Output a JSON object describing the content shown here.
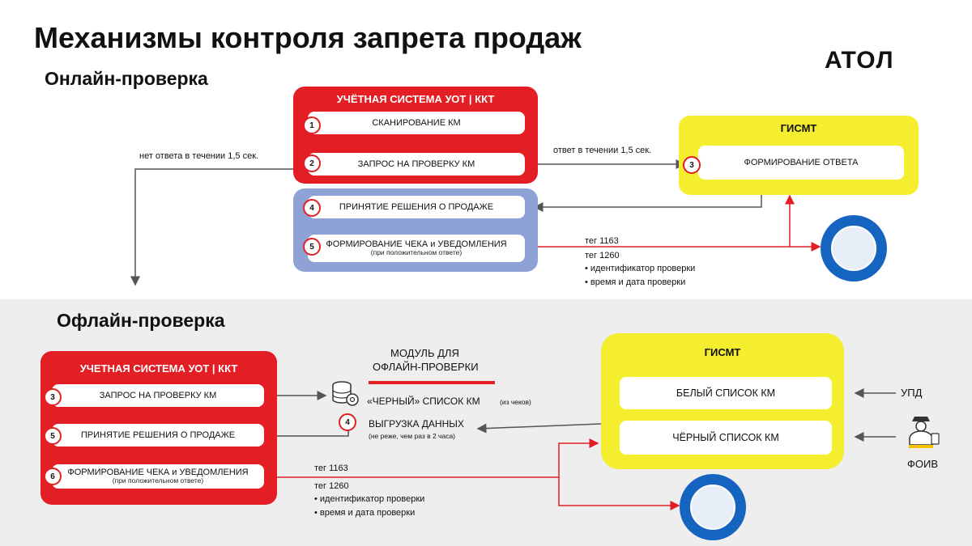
{
  "title": "Механизмы контроля запрета продаж",
  "logo": "ATOЛ",
  "online": {
    "heading": "Онлайн-проверка",
    "system_title": "УЧЁТНАЯ СИСТЕМА УОТ | ККТ",
    "steps": [
      {
        "num": "1",
        "label": "СКАНИРОВАНИЕ КМ"
      },
      {
        "num": "2",
        "label": "ЗАПРОС НА ПРОВЕРКУ КМ"
      },
      {
        "num": "4",
        "label": "ПРИНЯТИЕ РЕШЕНИЯ О ПРОДАЖЕ"
      },
      {
        "num": "5",
        "label": "ФОРМИРОВАНИЕ ЧЕКА и УВЕДОМЛЕНИЯ",
        "sub": "(при положительном ответе)"
      }
    ],
    "gismt_title": "ГИСМТ",
    "gismt_step": {
      "num": "3",
      "label": "ФОРМИРОВАНИЕ ОТВЕТА"
    },
    "no_answer": "нет ответа в течении 1,5 сек.",
    "answer": "ответ в течении 1,5 сек.",
    "tag1": "тег 1163",
    "tag2": "тег 1260",
    "bullet1": "•   идентификатор проверки",
    "bullet2": "•   время и дата проверки"
  },
  "offline": {
    "heading": "Офлайн-проверка",
    "system_title": "УЧЕТНАЯ СИСТЕМА УОТ | ККТ",
    "steps": [
      {
        "num": "3",
        "label": "ЗАПРОС НА ПРОВЕРКУ КМ"
      },
      {
        "num": "5",
        "label": "ПРИНЯТИЕ РЕШЕНИЯ О ПРОДАЖЕ"
      },
      {
        "num": "6",
        "label": "ФОРМИРОВАНИЕ ЧЕКА и УВЕДОМЛЕНИЯ",
        "sub": "(при положительном ответе)"
      }
    ],
    "module_title_1": "МОДУЛЬ ДЛЯ",
    "module_title_2": "ОФЛАЙН-ПРОВЕРКИ",
    "blacklist": "«ЧЕРНЫЙ» СПИСОК КМ",
    "blacklist_note": "(из чеков)",
    "download_num": "4",
    "download": "ВЫГРУЗКА ДАННЫХ",
    "download_note": "(не реже, чем раз в 2 часа)",
    "gismt_title": "ГИСМТ",
    "white_list": "БЕЛЫЙ СПИСОК КМ",
    "black_list": "ЧЁРНЫЙ СПИСОК КМ",
    "upd": "УПД",
    "foiv": "ФОИВ",
    "tag1": "тег 1163",
    "tag2": "тег 1260",
    "bullet1": "•   идентификатор проверки",
    "bullet2": "•   время и дата проверки"
  },
  "colors": {
    "red": "#e31e24",
    "blue": "#8ea2d6",
    "yellow": "#f5ee2e",
    "gray_bg": "#eeeeee"
  },
  "icons": [
    "database-gear-icon",
    "fns-seal-icon",
    "officer-icon"
  ]
}
